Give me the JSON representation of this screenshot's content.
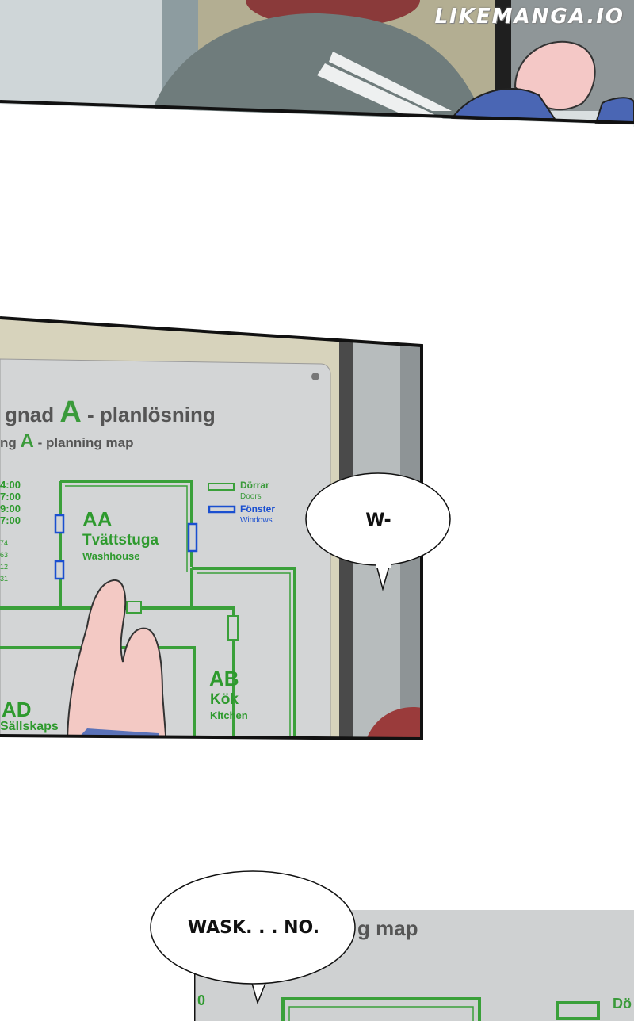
{
  "watermark": "LIKEMANGA.IO",
  "sign": {
    "title_prefix": "gnad ",
    "title_letter": "A",
    "title_suffix": " - planlösning",
    "subtitle_prefix": "ng ",
    "subtitle_letter": "A",
    "subtitle_suffix": " - planning map",
    "times": [
      "4:00",
      "7:00",
      "9:00",
      "7:00"
    ],
    "small_numbers": [
      "74",
      "63",
      "12",
      "31"
    ],
    "rooms": [
      {
        "code": "AA",
        "name": "Tvättstuga",
        "english": "Washhouse"
      },
      {
        "code": "AB",
        "name": "Kök",
        "english": "Kitchen"
      },
      {
        "code": "AD",
        "name": "Sällskaps",
        "english": ""
      }
    ],
    "legend": {
      "doors_label": "Dörrar",
      "doors_english": "Doors",
      "windows_label": "Fönster",
      "windows_english": "Windows"
    },
    "colors": {
      "green": "#3a9a3a",
      "blue": "#1a4fd0",
      "plate": "#d3d5d6"
    }
  },
  "bubbles": {
    "first": "W-",
    "second": "WASK. . . NO."
  },
  "bottom_sign": {
    "subtitle_fragment": "g map",
    "number_fragment": "0",
    "legend_fragment": "Dö"
  }
}
